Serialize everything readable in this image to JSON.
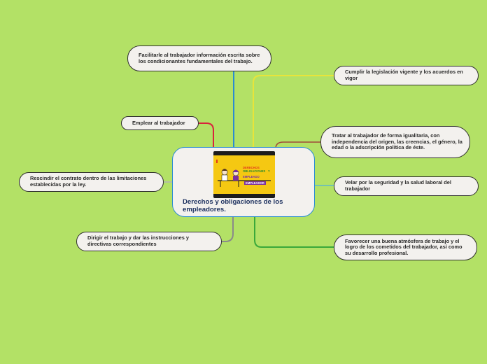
{
  "center": {
    "title": "Derechos y obligaciones de los empleadores.",
    "image": {
      "line1": "DERECHOS",
      "line2": "OBLIGACIONES",
      "line3": "EMPLEADO",
      "line4": "EMPLEADOR",
      "amp": "Y",
      "colors": {
        "frame": "#1c1c1c",
        "background": "#f5c812",
        "title": "#e23a1c",
        "subtitle": "#2b8a2b",
        "badge": "#7b2fa0"
      }
    }
  },
  "branches": [
    {
      "id": "facilitar",
      "text": "Facilitarle al trabajador información escrita sobre los condicionantes fundamentales del trabajo.",
      "color": "#2a8cd1"
    },
    {
      "id": "cumplir",
      "text": "Cumplir la legislación vigente y los acuerdos en vigor",
      "color": "#e8e43a"
    },
    {
      "id": "emplear",
      "text": "Emplear al trabajador",
      "color": "#d8243c"
    },
    {
      "id": "tratar",
      "text": "Tratar al trabajador de forma igualitaria, con independencia del origen, las creencias, el género, la edad o la adscripción política de éste.",
      "color": "#a04a3a"
    },
    {
      "id": "rescindir",
      "text": "Rescindir el contrato dentro de las limitaciones establecidas por la ley.",
      "color": "#b3b3b3"
    },
    {
      "id": "velar",
      "text": "Velar por la seguridad y la salud laboral del trabajador",
      "color": "#5fb8c9"
    },
    {
      "id": "dirigir",
      "text": "Dirigir el trabajo y dar las instrucciones y directivas correspondientes",
      "color": "#8a8a8a"
    },
    {
      "id": "favorecer",
      "text": "Favorecer una buena atmósfera de trabajo y el logro de los cometidos del trabajador, así como su desarrollo profesional.",
      "color": "#3aa83a"
    }
  ]
}
